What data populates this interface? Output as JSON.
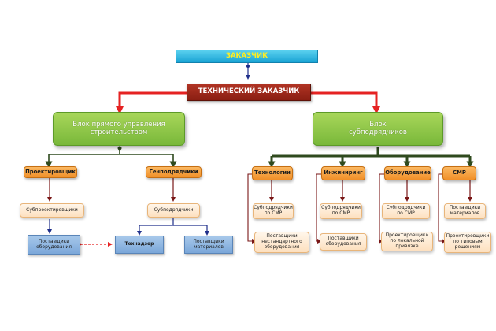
{
  "nodes": {
    "customer": "ЗАКАЗЧИК",
    "technical_customer": "ТЕХНИЧЕСКИЙ ЗАКАЗЧИК",
    "direct_block": "Блок прямого управления строительством",
    "sub_block": "Блок субподрядчиков",
    "designer": "Проектировщик",
    "sub_designers": "Субпроектировщики",
    "equipment_suppliers_left": "Поставщики оборудования",
    "general_contractors": "Генподрядчики",
    "subcontractors": "Субподрядчики",
    "tech_supervision": "Технадзор",
    "material_suppliers_left": "Поставщики материалов",
    "technologies": "Технологии",
    "engineering": "Инжиниринг",
    "equipment": "Оборудование",
    "smr": "СМР",
    "sub_smr_1": "Субподрядчики по СМР",
    "sub_smr_2": "Субподрядчики по СМР",
    "sub_smr_3": "Субподрядчики по СМР",
    "material_suppliers_right": "Поставщики материалов",
    "nonstd_equipment_suppliers": "Поставщики нестандартного оборудования",
    "equipment_suppliers_right": "Поставщики оборудования",
    "local_binding_designers": "Проектировщики по локальной привязке",
    "typical_solution_designers": "Проектировщики по типовым решениям"
  },
  "colors": {
    "red": "#e52222",
    "dark_green": "#2f4a1e",
    "dark_red": "#7a1717",
    "navy": "#1f2f8a"
  }
}
